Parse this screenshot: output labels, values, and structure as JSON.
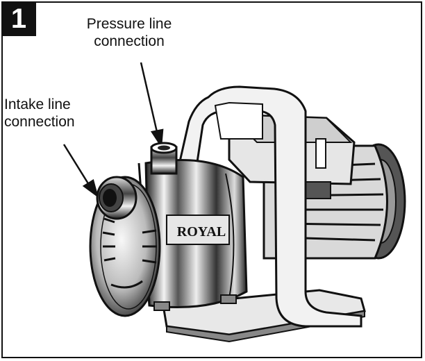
{
  "step_number": "1",
  "labels": {
    "pressure_line": [
      "Pressure line",
      "connection"
    ],
    "intake_line": [
      "Intake line",
      "connection"
    ]
  },
  "pump": {
    "brand_text": "ROYAL"
  }
}
